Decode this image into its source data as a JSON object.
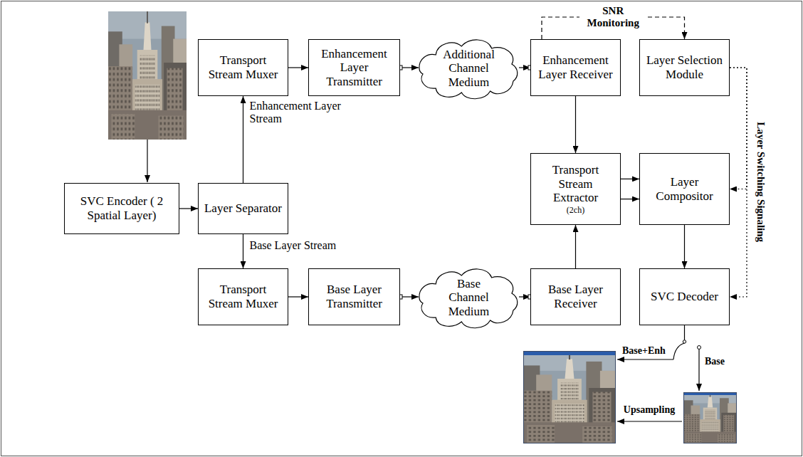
{
  "diagram": {
    "nodes": [
      {
        "text": [
          "Transport Stream Muxer"
        ]
      },
      {
        "text": [
          "Enhancement Layer Transmitter"
        ]
      },
      {
        "text": [
          "Additional Channel Medium"
        ]
      },
      {
        "text": [
          "Enhancement Layer Receiver"
        ]
      },
      {
        "text": [
          "Layer Selection Module"
        ]
      },
      {
        "text": [
          "SVC Encoder ( 2 Spatial Layer)"
        ]
      },
      {
        "text": [
          "Layer Separator"
        ]
      },
      {
        "text": [
          "Transport Stream Extractor",
          "(2ch)"
        ]
      },
      {
        "text": [
          "Layer Compositor"
        ]
      },
      {
        "text": [
          "Transport Stream Muxer"
        ]
      },
      {
        "text": [
          "Base Layer Transmitter"
        ]
      },
      {
        "text": [
          "Base Channel Medium"
        ]
      },
      {
        "text": [
          "Base Layer Receiver"
        ]
      },
      {
        "text": [
          "SVC Decoder"
        ]
      }
    ],
    "edges": [
      {
        "from": 5,
        "to": 6,
        "arrow": "to"
      },
      {
        "from": 6,
        "to": 0,
        "label": "Enhancement Layer Stream",
        "arrow": "to"
      },
      {
        "from": 6,
        "to": 9,
        "label": "Base Layer Stream",
        "arrow": "to"
      },
      {
        "from": 0,
        "to": 1,
        "arrow": "to"
      },
      {
        "from": 1,
        "to": 2,
        "arrow": "to"
      },
      {
        "from": 2,
        "to": 3,
        "arrow": "to"
      },
      {
        "from": 3,
        "to": 4,
        "label": "SNR Monitoring",
        "arrow": "to"
      },
      {
        "from": 3,
        "to": 7,
        "arrow": "to"
      },
      {
        "from": 7,
        "to": 8,
        "arrow": "to"
      },
      {
        "from": 7,
        "to": 8,
        "arrow": "to"
      },
      {
        "from": 4,
        "to": 8,
        "label": "Layer Switching Signaling",
        "arrow": "to"
      },
      {
        "from": 4,
        "to": 13,
        "arrow": "to"
      },
      {
        "from": 9,
        "to": 10,
        "arrow": "to"
      },
      {
        "from": 10,
        "to": 11,
        "arrow": "to"
      },
      {
        "from": 11,
        "to": 12,
        "arrow": "to"
      },
      {
        "from": 12,
        "to": 7,
        "arrow": "to"
      },
      {
        "from": 8,
        "to": 13,
        "arrow": "to"
      }
    ],
    "labels": [
      "Base+Enh",
      "Base",
      "Upsampling"
    ]
  }
}
